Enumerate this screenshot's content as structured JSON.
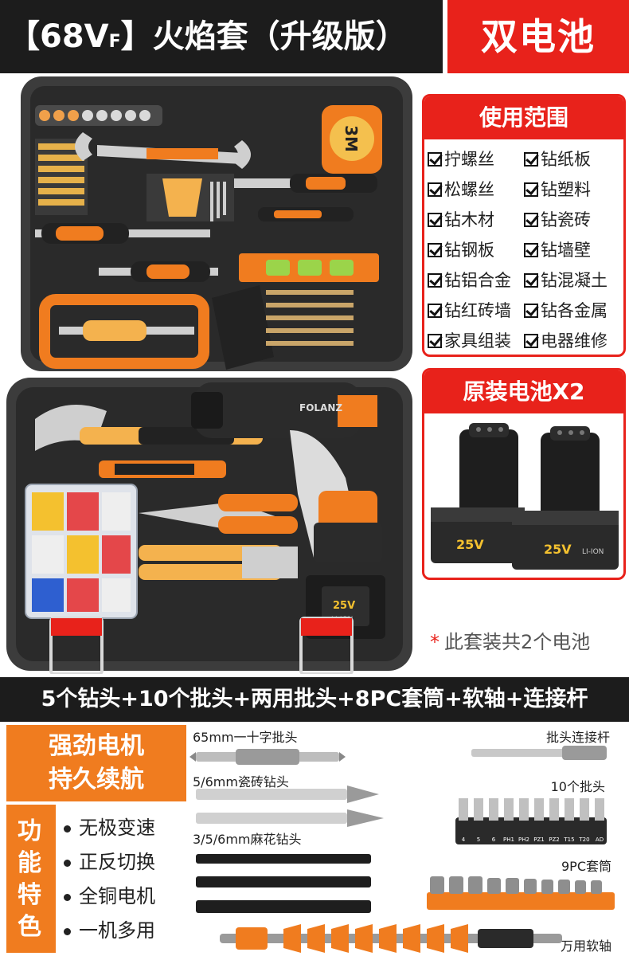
{
  "header": {
    "title_prefix": "【68V",
    "title_small": "F",
    "title_suffix": "】火焰套（升级版）",
    "badge": "双电池"
  },
  "toolbox": {
    "tape_label": "3M",
    "drill_brand": "FOLANZ",
    "battery_text": "25V",
    "battery_sub": "LI-ION"
  },
  "usage": {
    "title": "使用范围",
    "items": [
      "拧螺丝",
      "钻纸板",
      "松螺丝",
      "钻塑料",
      "钻木材",
      "钻瓷砖",
      "钻钢板",
      "钻墙壁",
      "钻铝合金",
      "钻混凝土",
      "钻红砖墙",
      "钻各金属",
      "家具组装",
      "电器维修"
    ]
  },
  "battery": {
    "title": "原装电池X2",
    "voltage": "25V",
    "type": "LI-ION",
    "note_star": "*",
    "note": "此套装共2个电池"
  },
  "bar": {
    "text": "5个钻头+10个批头+两用批头+8PC套筒+软轴+连接杆"
  },
  "motor": {
    "line1": "强劲电机",
    "line2": "持久续航"
  },
  "features": {
    "label": [
      "功",
      "能",
      "特",
      "色"
    ],
    "items": [
      "无极变速",
      "正反切换",
      "全铜电机",
      "一机多用"
    ]
  },
  "accessories": {
    "bit_65": "65mm一十字批头",
    "tile_bits": "5/6mm瓷砖钻头",
    "twist_bits": "3/5/6mm麻花钻头",
    "extension": "批头连接杆",
    "ten_bits": "10个批头",
    "sockets": "9PC套筒",
    "flex_shaft": "万用软轴",
    "bit_codes": [
      "4",
      "5",
      "6",
      "PH1",
      "PH2",
      "PZ1",
      "PZ2",
      "T15",
      "T20",
      "AD"
    ]
  },
  "colors": {
    "red": "#e8221b",
    "orange": "#f07c1f",
    "dark": "#1c1c1c",
    "case": "#3a3a3a"
  }
}
